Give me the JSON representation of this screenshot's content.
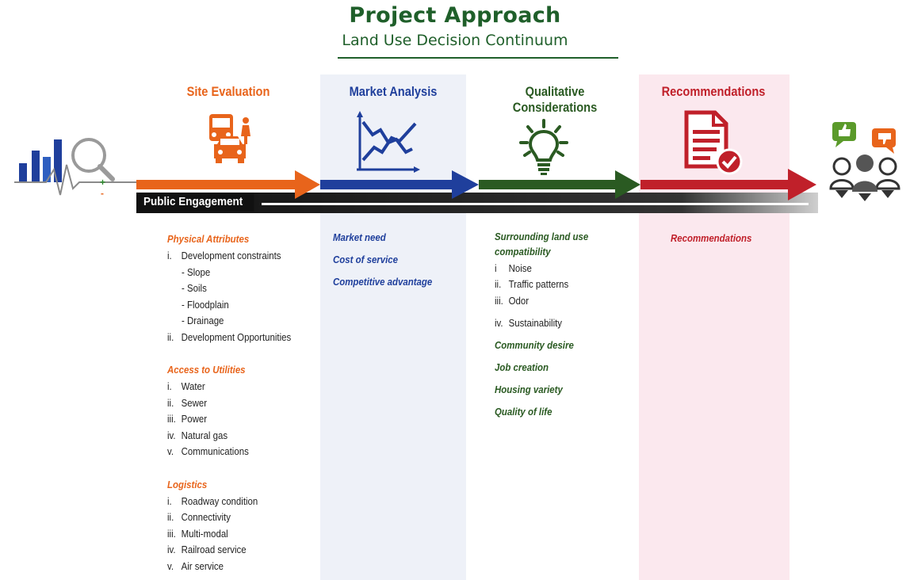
{
  "header": {
    "title": "Project Approach",
    "subtitle": "Land Use Decision Continuum"
  },
  "engagement_label": "Public Engagement",
  "colors": {
    "title_green": "#1f5f2a",
    "site_orange": "#e8641b",
    "market_blue": "#1f3f9c",
    "qual_green": "#2a5a22",
    "reco_red": "#c0202a"
  },
  "icons": [
    "bar-chart-magnifier-icon",
    "bus-car-pedestrian-icon",
    "line-chart-icon",
    "lightbulb-icon",
    "document-check-icon",
    "people-feedback-icon"
  ],
  "phases": {
    "site": {
      "title": "Site Evaluation",
      "groups": [
        {
          "heading": "Physical Attributes",
          "items": [
            {
              "num": "i.",
              "text": "Development constraints"
            },
            {
              "num": "",
              "text": "- Slope"
            },
            {
              "num": "",
              "text": "- Soils"
            },
            {
              "num": "",
              "text": "- Floodplain"
            },
            {
              "num": "",
              "text": "- Drainage"
            },
            {
              "num": "ii.",
              "text": "Development Opportunities"
            }
          ]
        },
        {
          "heading": "Access to Utilities",
          "items": [
            {
              "num": "i.",
              "text": "Water"
            },
            {
              "num": "ii.",
              "text": "Sewer"
            },
            {
              "num": "iii.",
              "text": "Power"
            },
            {
              "num": "iv.",
              "text": "Natural gas"
            },
            {
              "num": "v.",
              "text": "Communications"
            }
          ]
        },
        {
          "heading": "Logistics",
          "items": [
            {
              "num": "i.",
              "text": "Roadway condition"
            },
            {
              "num": "ii.",
              "text": "Connectivity"
            },
            {
              "num": "iii.",
              "text": "Multi-modal"
            },
            {
              "num": "iv.",
              "text": "Railroad service"
            },
            {
              "num": "v.",
              "text": "Air service"
            }
          ]
        }
      ]
    },
    "market": {
      "title": "Market Analysis",
      "items": [
        "Market need",
        "Cost of service",
        "Competitive advantage"
      ]
    },
    "qualitative": {
      "title_line1": "Qualitative",
      "title_line2": "Considerations",
      "heading_line1": "Surrounding land use",
      "heading_line2": "compatibility",
      "sub_items": [
        {
          "num": "i",
          "text": "Noise"
        },
        {
          "num": "ii.",
          "text": "Traffic patterns"
        },
        {
          "num": "iii.",
          "text": "Odor"
        },
        {
          "num": "iv.",
          "text": "Sustainability"
        }
      ],
      "items": [
        "Community desire",
        "Job creation",
        "Housing variety",
        "Quality of life"
      ]
    },
    "recommendations": {
      "title": "Recommendations",
      "items": [
        "Recommendations"
      ]
    }
  }
}
